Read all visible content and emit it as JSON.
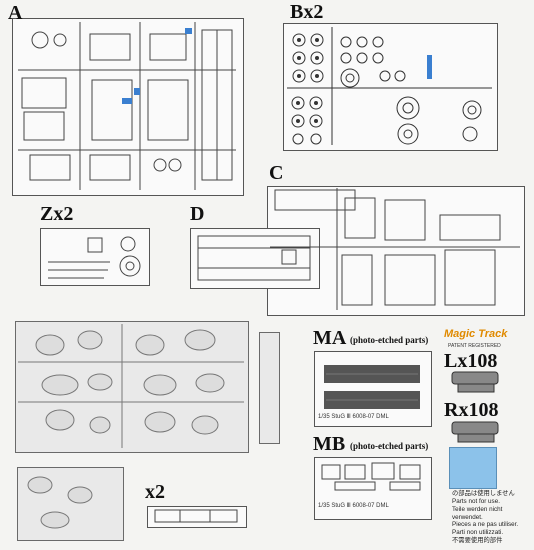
{
  "labels": {
    "a": "A",
    "b": "Bx2",
    "c": "C",
    "z": "Zx2",
    "d": "D",
    "x2": "x2"
  },
  "photo_etched": {
    "ma": "MA",
    "mb": "MB",
    "sub": "(photo-etched parts)",
    "ma_print": "1/35  StuG Ⅲ  6008-07  DML",
    "mb_print": "1/35  StuG Ⅲ   6008-07  DML"
  },
  "magic_track": {
    "logo": "Magic Track",
    "patent": "PATENT REGISTERED",
    "lx": "Lx108",
    "rx": "Rx108"
  },
  "not_for_use": [
    "の部品は使用しません",
    "Parts not for use.",
    "Teile werden nicht verwendet.",
    "Pieces a ne pas utiliser.",
    "Parti non utilizzati.",
    "不需要使用的部件"
  ],
  "colors": {
    "blue_parts": "#3a7fd0",
    "swatch": "#8cc2ea",
    "grey_sprue": "#e9e9e9"
  }
}
